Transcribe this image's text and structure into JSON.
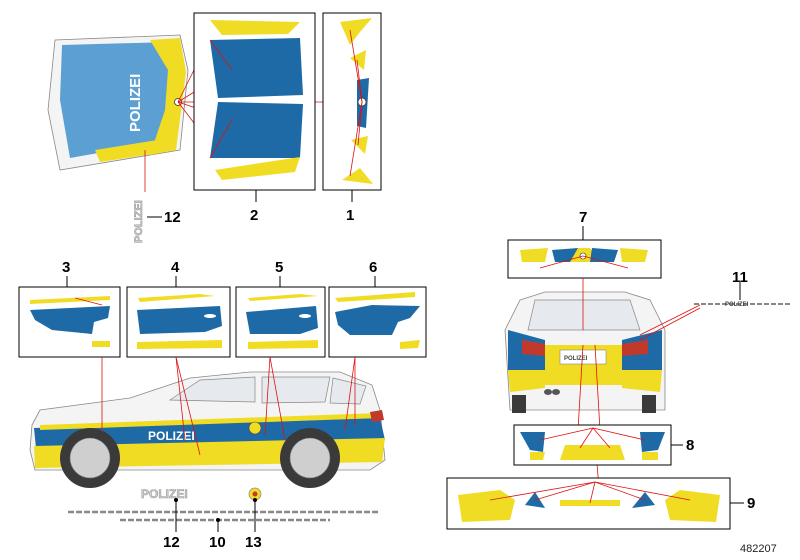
{
  "diagram": {
    "reference_number": "482207",
    "callouts": [
      {
        "id": "1",
        "label": "1"
      },
      {
        "id": "2",
        "label": "2"
      },
      {
        "id": "3",
        "label": "3"
      },
      {
        "id": "4",
        "label": "4"
      },
      {
        "id": "5",
        "label": "5"
      },
      {
        "id": "6",
        "label": "6"
      },
      {
        "id": "7",
        "label": "7"
      },
      {
        "id": "8",
        "label": "8"
      },
      {
        "id": "9",
        "label": "9"
      },
      {
        "id": "10",
        "label": "10"
      },
      {
        "id": "11",
        "label": "11"
      },
      {
        "id": "12a",
        "label": "12"
      },
      {
        "id": "12b",
        "label": "12"
      },
      {
        "id": "13",
        "label": "13"
      }
    ],
    "text": {
      "hood": "POLIZEI",
      "side": "POLIZEI",
      "vertical_decal": "POLIZEI",
      "side_decal": "POLIZEI",
      "rear_strip": "POLIZEI",
      "rear_plate": "POLIZEI"
    },
    "colors": {
      "livery_blue": "#1e6aa6",
      "livery_light_blue": "#5b9fd3",
      "livery_yellow": "#f1dc24",
      "leader_line": "#d11111"
    }
  }
}
